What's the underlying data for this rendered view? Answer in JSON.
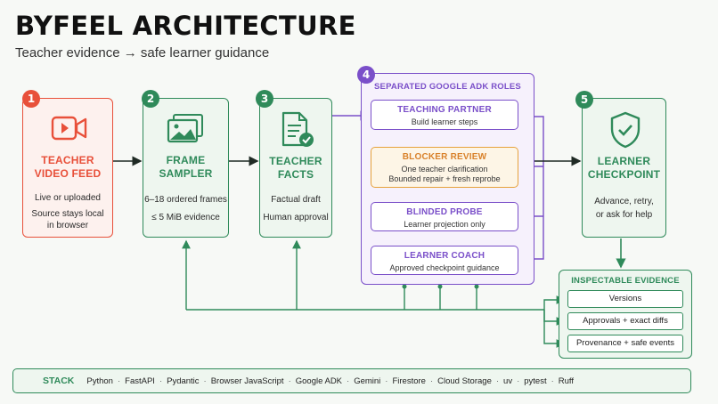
{
  "title": "BYFEEL ARCHITECTURE",
  "subtitle": "Teacher evidence → safe learner guidance",
  "colors": {
    "red": "#e8503a",
    "green": "#2f8a5a",
    "purple": "#7a4fc9",
    "orange": "#e6a23c"
  },
  "steps": [
    {
      "num": "1",
      "title_l1": "TEACHER",
      "title_l2": "VIDEO FEED",
      "line1": "Live or uploaded",
      "line2": "Source stays local",
      "line3": "in browser",
      "icon": "video-camera-icon"
    },
    {
      "num": "2",
      "title_l1": "FRAME",
      "title_l2": "SAMPLER",
      "line1": "6–18 ordered frames",
      "line2": "≤ 5 MiB evidence",
      "icon": "image-stack-icon"
    },
    {
      "num": "3",
      "title_l1": "TEACHER",
      "title_l2": "FACTS",
      "line1": "Factual draft",
      "line2": "Human approval",
      "icon": "document-check-icon"
    },
    {
      "num": "5",
      "title_l1": "LEARNER",
      "title_l2": "CHECKPOINT",
      "line1": "Advance, retry,",
      "line2": "or ask for help",
      "icon": "shield-check-icon"
    }
  ],
  "adk": {
    "num": "4",
    "title": "SEPARATED GOOGLE ADK ROLES",
    "roles": [
      {
        "title": "TEACHING PARTNER",
        "line1": "Build learner steps"
      },
      {
        "title": "BLOCKER REVIEW",
        "line1": "One teacher clarification",
        "line2": "Bounded repair + fresh reprobe"
      },
      {
        "title": "BLINDED PROBE",
        "line1": "Learner projection only"
      },
      {
        "title": "LEARNER COACH",
        "line1": "Approved checkpoint guidance"
      }
    ]
  },
  "evidence": {
    "title": "INSPECTABLE EVIDENCE",
    "items": [
      "Versions",
      "Approvals + exact diffs",
      "Provenance + safe events"
    ]
  },
  "stack": {
    "label": "STACK",
    "items": [
      "Python",
      "FastAPI",
      "Pydantic",
      "Browser JavaScript",
      "Google ADK",
      "Gemini",
      "Firestore",
      "Cloud Storage",
      "uv",
      "pytest",
      "Ruff"
    ],
    "separator": "·"
  }
}
